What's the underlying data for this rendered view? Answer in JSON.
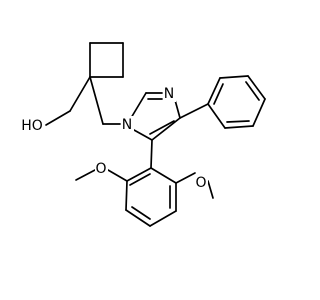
{
  "molecule": {
    "atom_labels": {
      "hydroxyl": "HO",
      "imidazole_n1": "N",
      "imidazole_n3": "N",
      "methoxy_o_left": "O",
      "methoxy_o_right": "O"
    }
  }
}
